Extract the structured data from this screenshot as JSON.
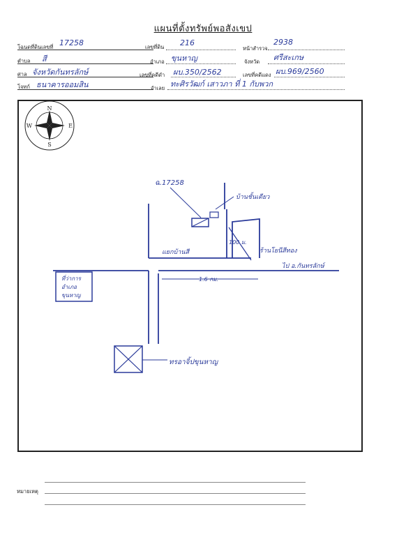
{
  "document": {
    "title": "แผนที่ตั้งทรัพย์พอสังเขป"
  },
  "fields": {
    "deed_label": "โฉนดที่ดินเลขที่",
    "deed_value": "17258",
    "land_no_label": "เลขที่ดิน",
    "land_no_value": "216",
    "survey_page_label": "หน้าสำรวจ",
    "survey_page_value": "2938",
    "subdistrict_label": "ตำบล",
    "subdistrict_value": "สี",
    "district_label": "อำเภอ",
    "district_value": "ขุนหาญ",
    "province_label": "จังหวัด",
    "province_value": "ศรีสะเกษ",
    "court_label": "ศาล",
    "court_value": "จังหวัดกันทรลักษ์",
    "black_case_label": "เลขที่คดีดำ",
    "black_case_value": "ผบ.350/2562",
    "red_case_label": "เลขที่คดีแดง",
    "red_case_value": "ผบ.969/2560",
    "plaintiff_label": "โจทก์",
    "plaintiff_value": "ธนาคารออมสิน",
    "defendant_label": "จำเลย",
    "defendant_value": "ทะศิรวัฒก์ เสาวภา ที่ 1 กับพวก"
  },
  "compass": {
    "n": "N",
    "s": "S",
    "e": "E",
    "w": "W"
  },
  "map": {
    "plot_label": "ฉ.17258",
    "house_label": "บ้านชั้นเดียว",
    "distance_short": "100 ม.",
    "shop_label": "ร้านโยนีสีทอง",
    "toward_label": "ไป อ.กันทรลักษ์",
    "junction_label": "แยกบ้านสี",
    "distance_long": "1.6 กม.",
    "district_office_line1": "ที่ว่าการ",
    "district_office_line2": "อำเภอ",
    "district_office_line3": "ขุนหาญ",
    "landmark_label": "ทรอาจิ้ปขุนหาญ"
  },
  "remarks": {
    "label": "หมายเหตุ"
  },
  "colors": {
    "ink": "#2a3a9a",
    "print": "#1a1a1a"
  }
}
